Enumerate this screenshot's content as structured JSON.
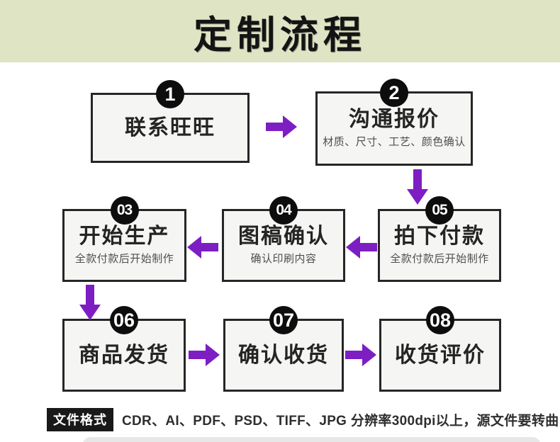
{
  "header": {
    "title": "定制流程",
    "background": "#dfe5c4"
  },
  "flow": {
    "arrow_color": "#7d1ec3",
    "steps": [
      {
        "number": "1",
        "title": "联系旺旺",
        "subtitle": ""
      },
      {
        "number": "2",
        "title": "沟通报价",
        "subtitle": "材质、尺寸、工艺、颜色确认"
      },
      {
        "number": "03",
        "title": "开始生产",
        "subtitle": "全款付款后开始制作"
      },
      {
        "number": "04",
        "title": "图稿确认",
        "subtitle": "确认印刷内容"
      },
      {
        "number": "05",
        "title": "拍下付款",
        "subtitle": "全款付款后开始制作"
      },
      {
        "number": "06",
        "title": "商品发货",
        "subtitle": ""
      },
      {
        "number": "07",
        "title": "确认收货",
        "subtitle": ""
      },
      {
        "number": "08",
        "title": "收货评价",
        "subtitle": ""
      }
    ]
  },
  "footer": {
    "label": "文件格式",
    "text": "CDR、AI、PDF、PSD、TIFF、JPG 分辨率300dpi以上，源文件要转曲"
  }
}
